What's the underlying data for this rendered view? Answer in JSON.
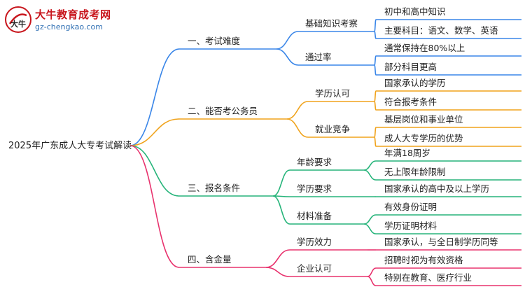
{
  "logo": {
    "title": "大牛教育成考网",
    "url": "gz-chengkao.com",
    "mark_text": "大牛"
  },
  "colors": {
    "branch1": "#3a86e8",
    "branch2": "#f0a31c",
    "branch3": "#26b47a",
    "branch4": "#e8336e"
  },
  "root": "2025年广东成人大专考试解读",
  "branches": [
    {
      "label": "一、考试难度",
      "children": [
        {
          "label": "基础知识考察",
          "children": [
            "初中和高中知识",
            "主要科目：语文、数学、英语"
          ]
        },
        {
          "label": "通过率",
          "children": [
            "通常保持在80%以上",
            "部分科目更高"
          ]
        }
      ]
    },
    {
      "label": "二、能否考公务员",
      "children": [
        {
          "label": "学历认可",
          "children": [
            "国家承认的学历",
            "符合报考条件"
          ]
        },
        {
          "label": "就业竞争",
          "children": [
            "基层岗位和事业单位",
            "成人大专学历的优势"
          ]
        }
      ]
    },
    {
      "label": "三、报名条件",
      "children": [
        {
          "label": "年龄要求",
          "children": [
            "年满18周岁",
            "无上限年龄限制"
          ]
        },
        {
          "label": "学历要求",
          "children": [
            "国家承认的高中及以上学历"
          ]
        },
        {
          "label": "材料准备",
          "children": [
            "有效身份证明",
            "学历证明材料"
          ]
        }
      ]
    },
    {
      "label": "四、含金量",
      "children": [
        {
          "label": "学历效力",
          "children": [
            "国家承认，与全日制学历同等"
          ]
        },
        {
          "label": "企业认可",
          "children": [
            "招聘时视为有效资格",
            "特别在教育、医疗行业"
          ]
        }
      ]
    }
  ]
}
